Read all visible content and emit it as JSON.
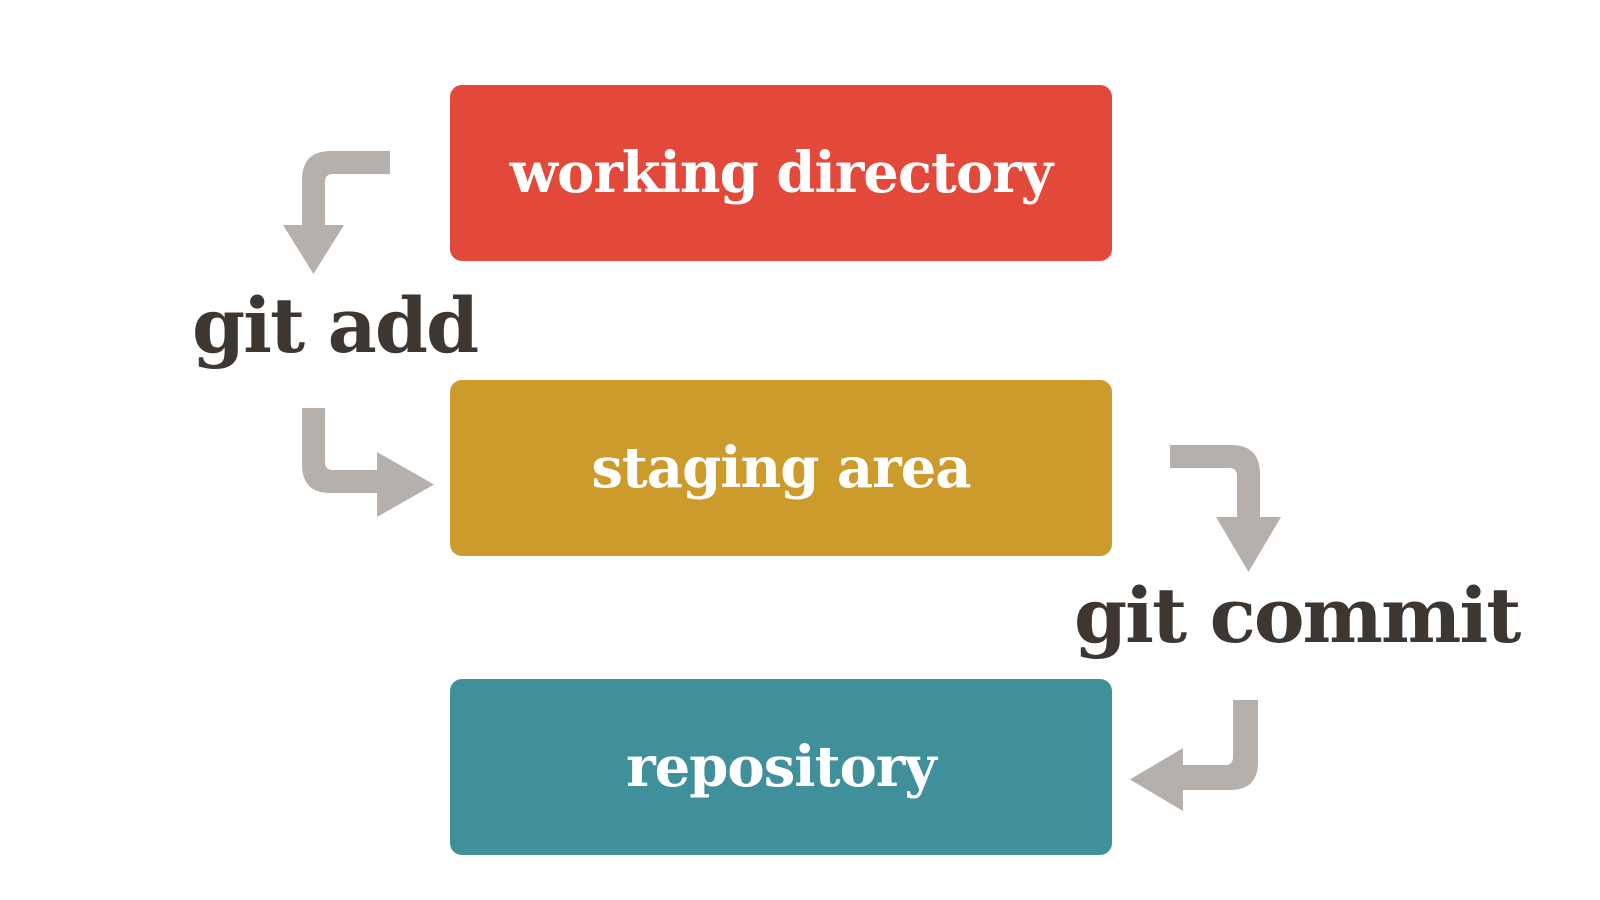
{
  "diagram": {
    "background_color": "#ffffff",
    "arrow_color": "#b5b0ab",
    "command_label_color": "#3e3731",
    "nodes": [
      {
        "id": "working-directory",
        "label": "working directory",
        "fill": "#e2493b",
        "text_color": "#ffffff"
      },
      {
        "id": "staging-area",
        "label": "staging area",
        "fill": "#cc9b2b",
        "text_color": "#ffffff"
      },
      {
        "id": "repository",
        "label": "repository",
        "fill": "#40909c",
        "text_color": "#ffffff"
      }
    ],
    "edges": [
      {
        "id": "git-add",
        "label": "git add",
        "from": "working directory",
        "to": "staging area"
      },
      {
        "id": "git-commit",
        "label": "git commit",
        "from": "staging area",
        "to": "repository"
      }
    ]
  }
}
